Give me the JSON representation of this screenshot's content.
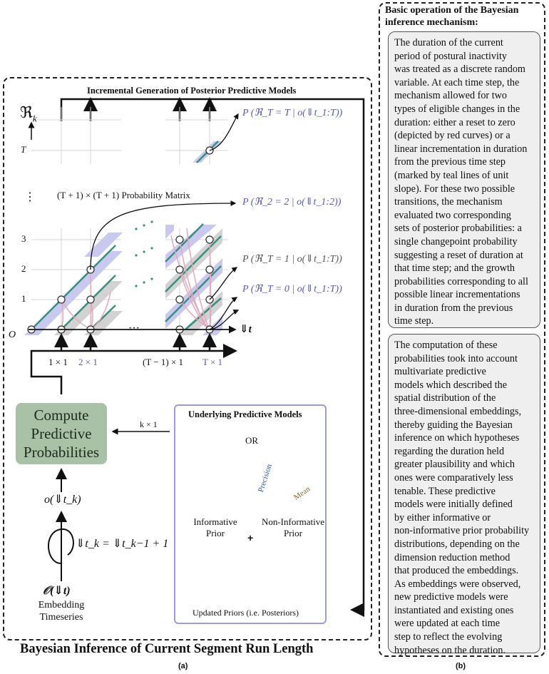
{
  "panel_a": {
    "section_label": "(a)",
    "title": "Bayesian Inference of Current Segment Run Length",
    "incremental_label": "Incremental Generation of Posterior Predictive Models",
    "y_axis_label": "ℜ",
    "y_axis_sub": "k",
    "y_ticks": [
      "O",
      "1",
      "2",
      "3",
      "T"
    ],
    "y_ellipsis": "⋮",
    "x_axis_label": "⇓t",
    "matrix_label": "(T + 1) × (T + 1) Probability Matrix",
    "mid_ellipsis": "···",
    "posterior_labels": [
      "P (ℜ_T = T | o(⇓t_1:T))",
      "P (ℜ_2 = 2 | o(⇓t_1:2))",
      "P (ℜ_T = 1 | o(⇓t_1:T))",
      "P (ℜ_T = 0 | o(⇓t_1:T))"
    ],
    "size_labels": [
      "1 × 1",
      "2 × 1",
      "(T − 1) × 1",
      "T × 1"
    ],
    "compute_box_lines": [
      "Compute",
      "Predictive",
      "Probabilities"
    ],
    "k_label": "k × 1",
    "o_label": "o(⇓t_k)",
    "increment_eq": "⇓t_k = ⇓t_k−1 + 1",
    "timeseries_symbol": "𝒪(⇓t)",
    "timeseries_label_lines": [
      "Embedding",
      "Timeseries"
    ],
    "models": {
      "title": "Underlying Predictive Models",
      "or_label": "OR",
      "informative_lines": [
        "Informative",
        "Prior"
      ],
      "noninformative_lines": [
        "Non-Informative",
        "Prior"
      ],
      "precision_label": "Precision",
      "mean_label": "Mean",
      "plus": "+",
      "updated_label": "Updated Priors (i.e. Posteriors)"
    }
  },
  "panel_b": {
    "section_label": "(b)",
    "title_lines": [
      "Basic operation of the Bayesian",
      "inference mechanism:"
    ],
    "paragraph_1_lines": [
      "The duration of the current",
      "period of postural inactivity",
      "was treated as a discrete random",
      "variable.  At each time step, the",
      "mechanism allowed for two",
      "types of eligible changes in the",
      "duration:  either a reset to zero",
      "(depicted by red curves) or a",
      "linear incrementation in duration",
      "from the previous time step",
      "(marked by teal lines of unit",
      "slope).  For these two possible",
      "transitions, the mechanism",
      "evaluated two corresponding",
      "sets of posterior probabilities:  a",
      "single changepoint probability",
      "suggesting a reset of duration at",
      "that time step; and the growth",
      "probabilities corresponding to all",
      "possible linear incrementations",
      "in duration from the previous",
      "time step."
    ],
    "paragraph_2_lines": [
      "The computation of these",
      "probabilities took into account",
      "multivariate predictive",
      "models which described the",
      "spatial distribution of the",
      "three-dimensional embeddings,",
      "thereby guiding the Bayesian",
      "inference on which hypotheses",
      "regarding the duration held",
      "greater plausibility and which",
      "ones were comparatively less",
      "tenable.  These predictive",
      "models were initially defined",
      "by either informative or",
      "non-informative prior probability",
      "distributions, depending on the",
      "dimension reduction method",
      "that produced the embeddings.",
      "As embeddings were observed,",
      "new predictive models were",
      "instantiated and existing ones",
      "were updated at each time",
      "step to reflect the evolving",
      "hypotheses on the duration."
    ]
  },
  "colors": {
    "teal": "#3a8f7d",
    "pink": "#e7a7b9",
    "lavender": "#c9c9f0",
    "gray_band": "#d2d2d2",
    "blue_text": "#5a5ab8",
    "compute_green": "#a9c2a7",
    "panel_gray": "#efefef"
  }
}
